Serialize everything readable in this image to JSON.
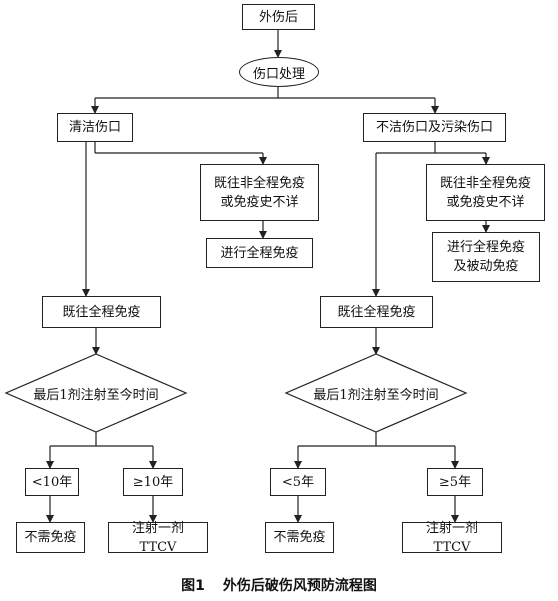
{
  "root": "外伤后",
  "process": "伤口处理",
  "left": {
    "branch": "清洁伤口",
    "side_box": [
      "既往非全程免疫",
      "或免疫史不详"
    ],
    "side_result": "进行全程免疫",
    "main_box": "既往全程免疫",
    "decision": "最后1剂注射至今时间",
    "opt_a": "<10年",
    "opt_b": "≥10年",
    "res_a": "不需免疫",
    "res_b": "注射一剂 TTCV"
  },
  "right": {
    "branch": "不洁伤口及污染伤口",
    "side_box": [
      "既往非全程免疫",
      "或免疫史不详"
    ],
    "side_result": [
      "进行全程免疫",
      "及被动免疫"
    ],
    "main_box": "既往全程免疫",
    "decision": "最后1剂注射至今时间",
    "opt_a": "<5年",
    "opt_b": "≥5年",
    "res_a": "不需免疫",
    "res_b": "注射一剂 TTCV"
  },
  "caption": {
    "number": "图1",
    "title": "外伤后破伤风预防流程图"
  }
}
